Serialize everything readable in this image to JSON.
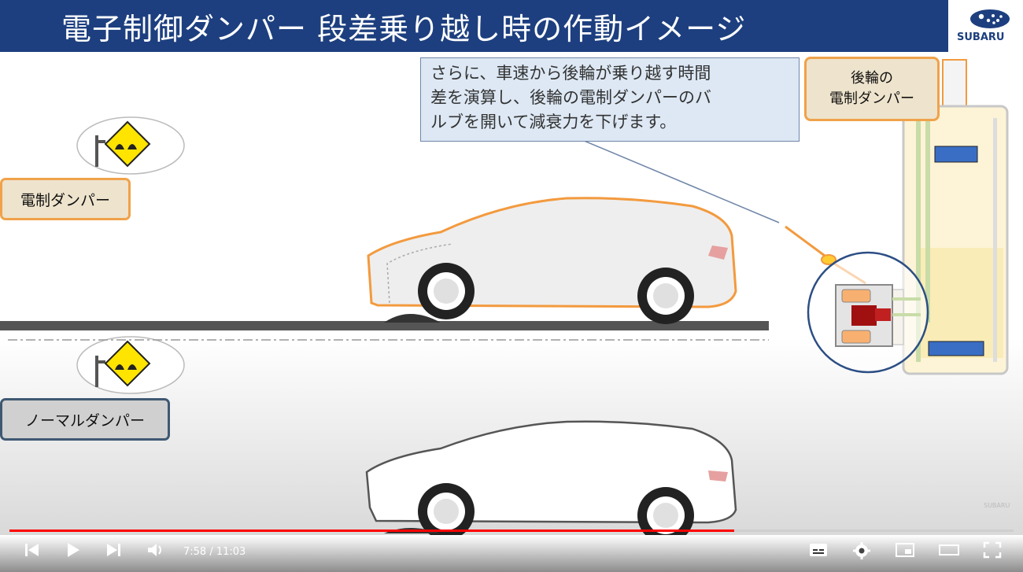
{
  "slide": {
    "title": "電子制御ダンパー 段差乗り越し時の作動イメージ",
    "logo_text": "SUBARU",
    "watermark": "SUBARU",
    "electronic_label": "電制ダンパー",
    "normal_label": "ノーマルダンパー",
    "callout_line1": "さらに、車速から後輪が乗り越す時間",
    "callout_line2": "差を演算し、後輪の電制ダンパーのバ",
    "callout_line3": "ルブを開いて減衰力を下げます。",
    "rear_label_line1": "後輪の",
    "rear_label_line2": "電制ダンパー"
  },
  "player": {
    "time": "7:58 / 11:03",
    "progress": 0.722,
    "accent": "#ff0000"
  },
  "icons": [
    "skip-back-icon",
    "play-icon",
    "skip-next-icon",
    "volume-icon",
    "subtitles-icon",
    "gear-icon",
    "miniplayer-icon",
    "theater-icon",
    "fullscreen-icon",
    "bump-sign-icon",
    "subaru-logo-icon"
  ]
}
